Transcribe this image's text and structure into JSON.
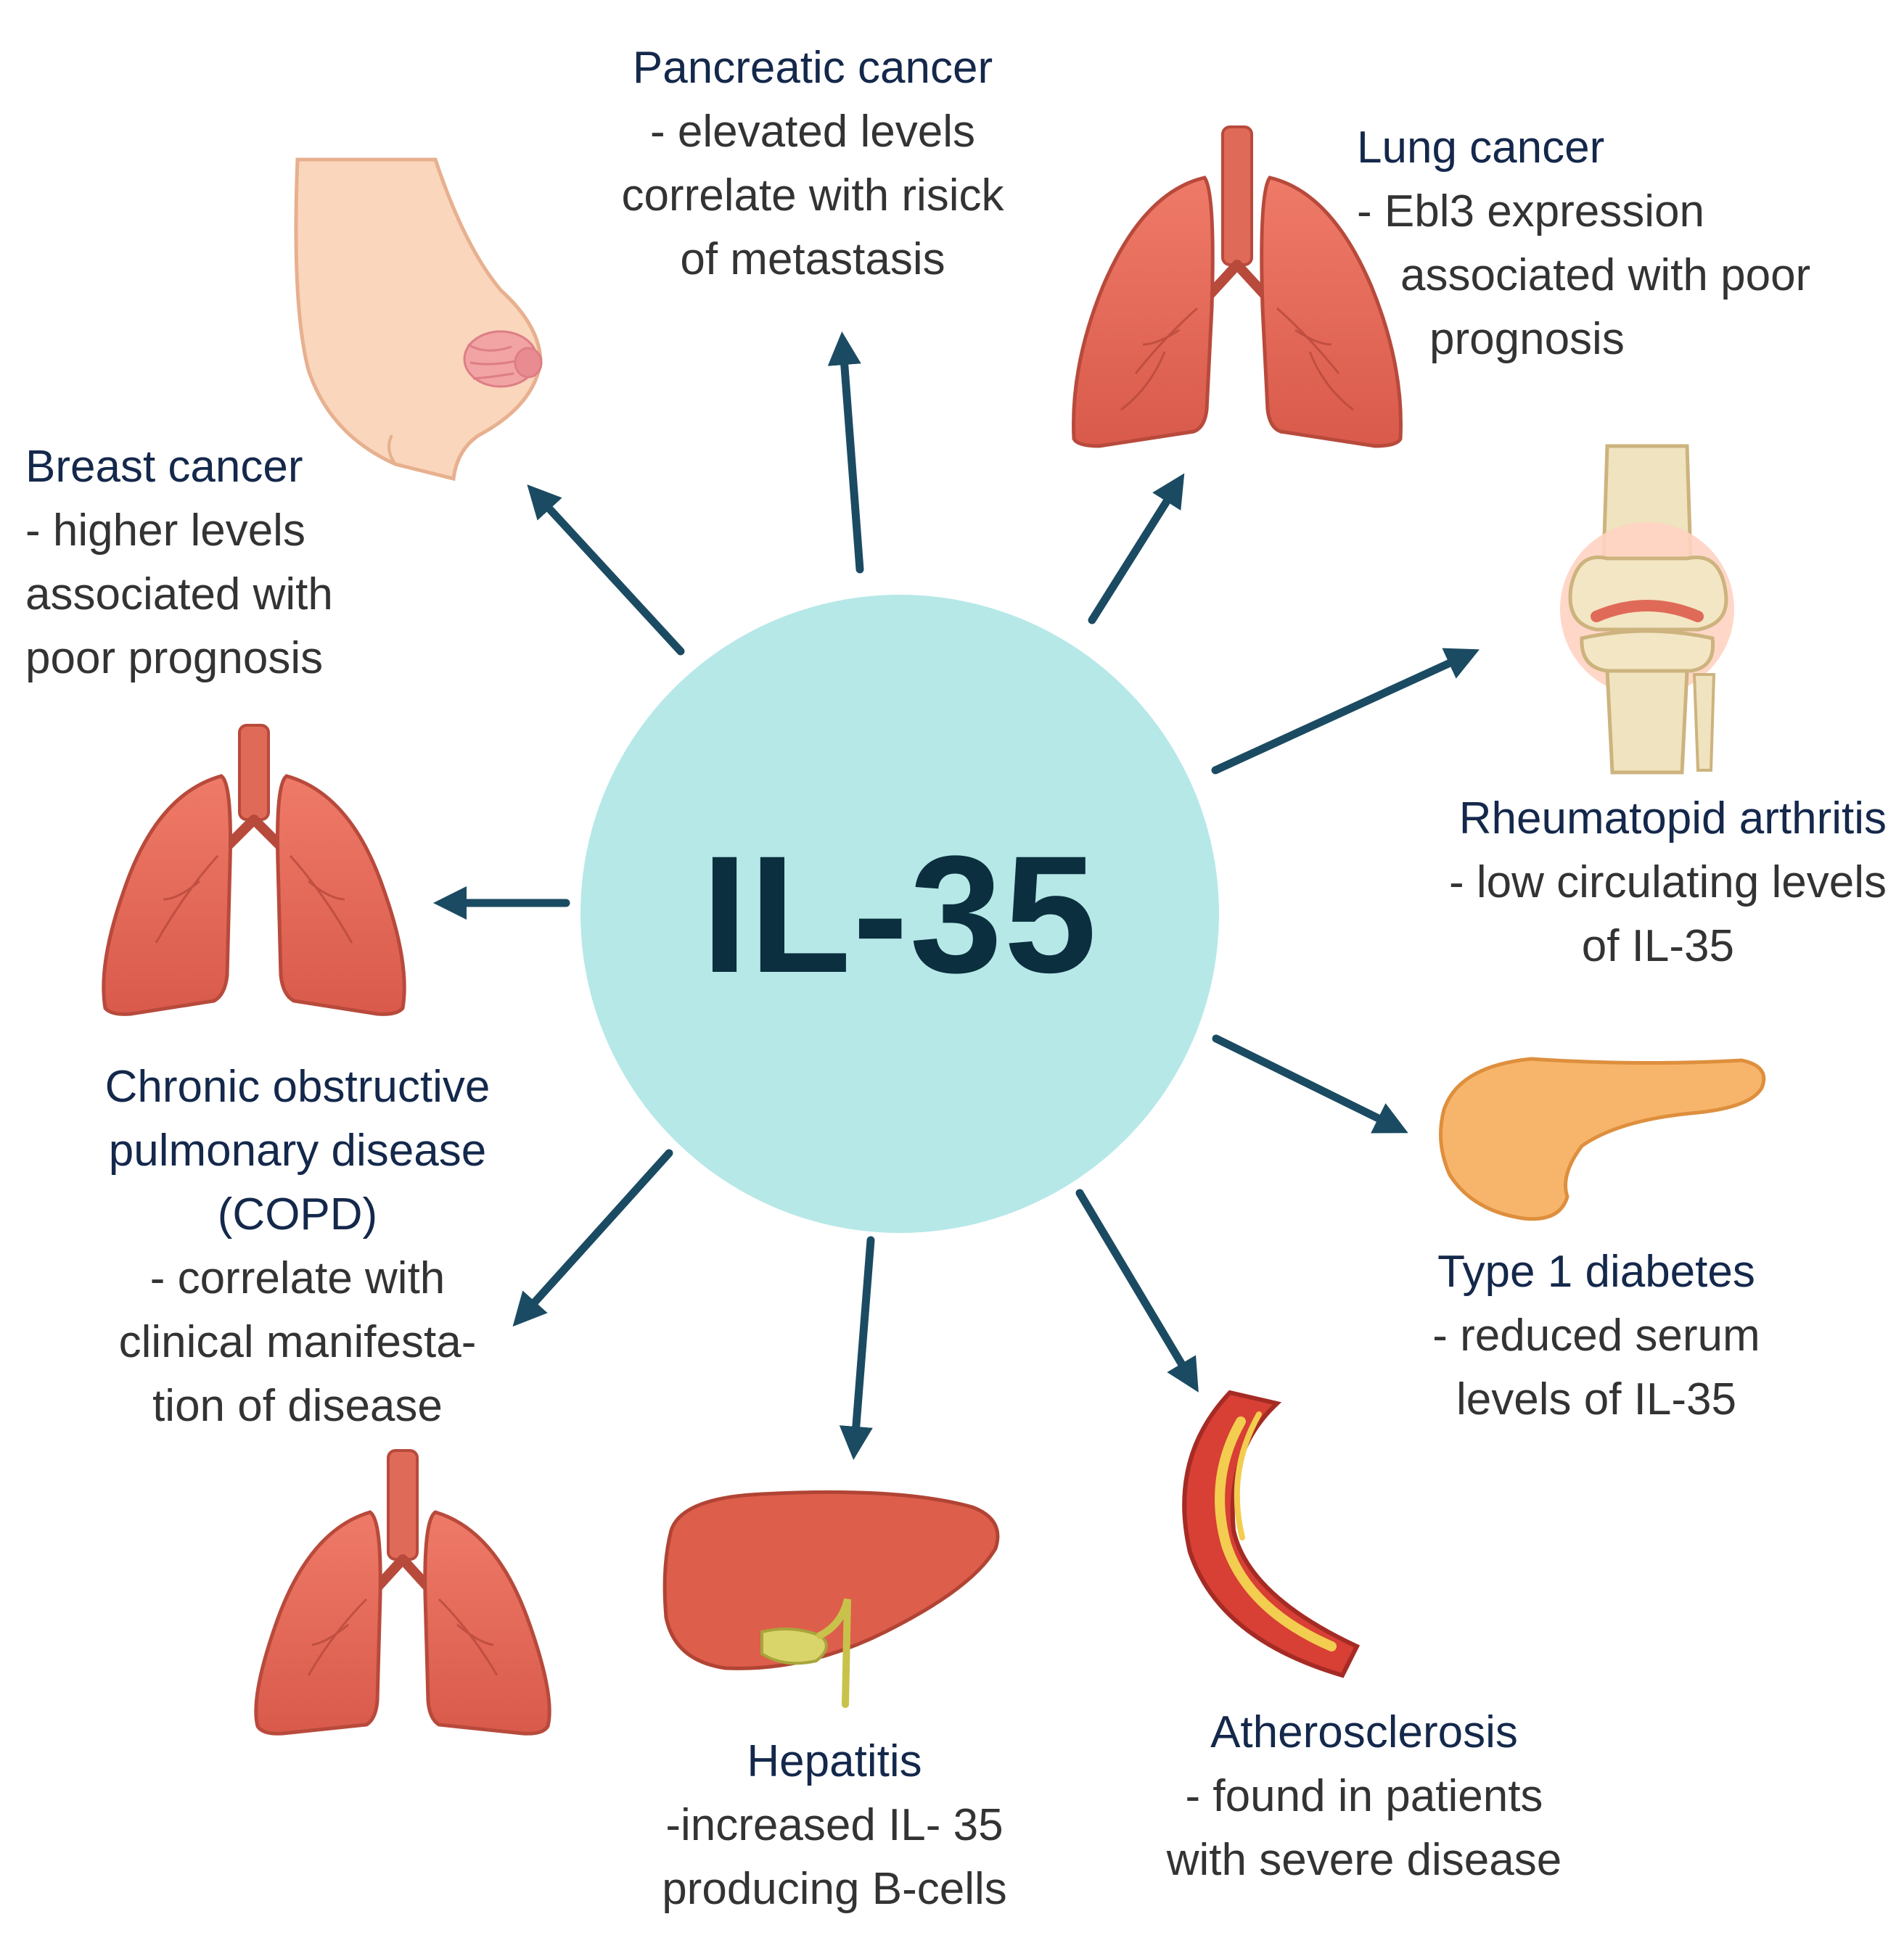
{
  "center": {
    "label": "IL-35"
  },
  "colors": {
    "hub": "#b6e8e8",
    "arrow": "#1b4b62",
    "title": "#14284b",
    "organ": "#e8685a"
  },
  "diseases": [
    {
      "id": "pancreatic",
      "title": "Pancreatic cancer",
      "lines": [
        "- elevated levels",
        "correlate with risick",
        "of metastasis"
      ],
      "icon": "pancreas-placeholder"
    },
    {
      "id": "lung",
      "title": "Lung cancer",
      "lines": [
        "- Ebl3 expression",
        "associated with poor",
        "prognosis"
      ],
      "icon": "lungs-icon"
    },
    {
      "id": "breast",
      "title": "Breast cancer",
      "lines": [
        "- higher levels",
        "associated with",
        "poor prognosis"
      ],
      "icon": "breast-icon"
    },
    {
      "id": "ra",
      "title": "Rheumatopid arthritis",
      "lines": [
        "- low circulating levels",
        "of IL-35"
      ],
      "icon": "knee-joint-icon"
    },
    {
      "id": "copd",
      "title": "Chronic obstructive",
      "lines": [
        "pulmonary disease",
        "(COPD)",
        "- correlate with",
        "clinical manifesta-",
        "tion of disease"
      ],
      "icon": "lungs-icon"
    },
    {
      "id": "t1d",
      "title": "Type 1 diabetes",
      "lines": [
        "- reduced serum",
        "levels of IL-35"
      ],
      "icon": "pancreas-icon"
    },
    {
      "id": "hepatitis",
      "title": "Hepatitis",
      "lines": [
        "-increased IL- 35",
        "producing B-cells"
      ],
      "icon": "liver-icon"
    },
    {
      "id": "athero",
      "title": "Atherosclerosis",
      "lines": [
        "- found in patients",
        "with severe disease"
      ],
      "icon": "artery-icon"
    }
  ]
}
